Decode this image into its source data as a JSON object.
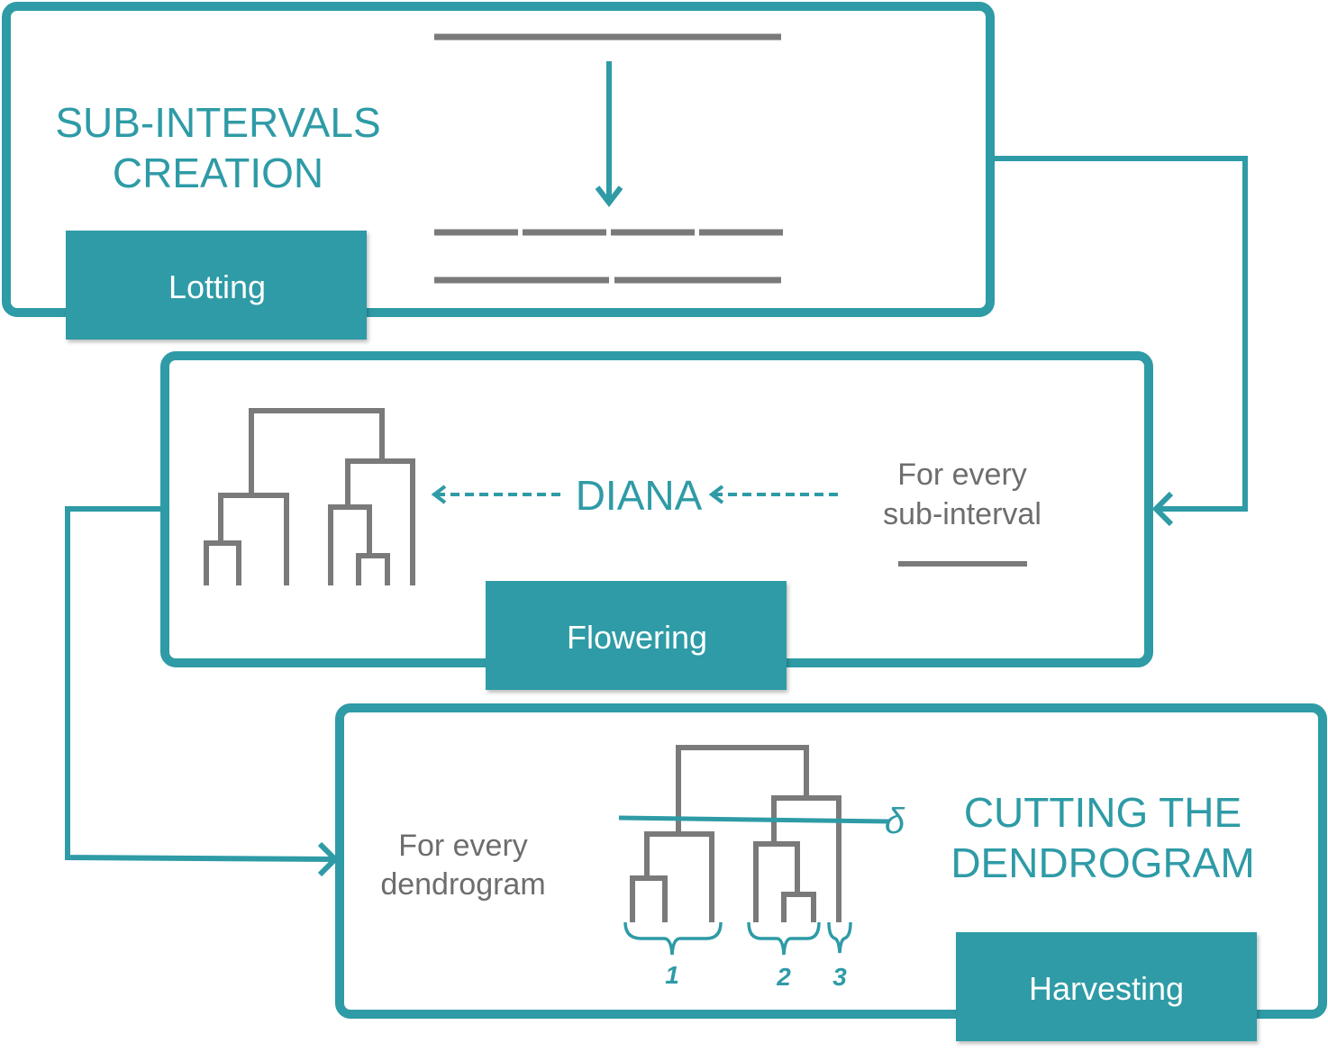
{
  "colors": {
    "accent": "#2e9ba6",
    "line_grey": "#7a7a7a",
    "text_grey": "#6d6d6d",
    "background": "#ffffff"
  },
  "stage1": {
    "title_line1": "SUB-INTERVALS",
    "title_line2": "CREATION",
    "tab_label": "Lotting"
  },
  "stage2": {
    "method_label": "DIANA",
    "iteration_line1": "For every",
    "iteration_line2": "sub-interval",
    "tab_label": "Flowering"
  },
  "stage3": {
    "title_line1": "CUTTING THE",
    "title_line2": "DENDROGRAM",
    "iteration_line1": "For every",
    "iteration_line2": "dendrogram",
    "threshold_symbol": "δ",
    "cluster_labels": [
      "1",
      "2",
      "3"
    ],
    "tab_label": "Harvesting"
  }
}
